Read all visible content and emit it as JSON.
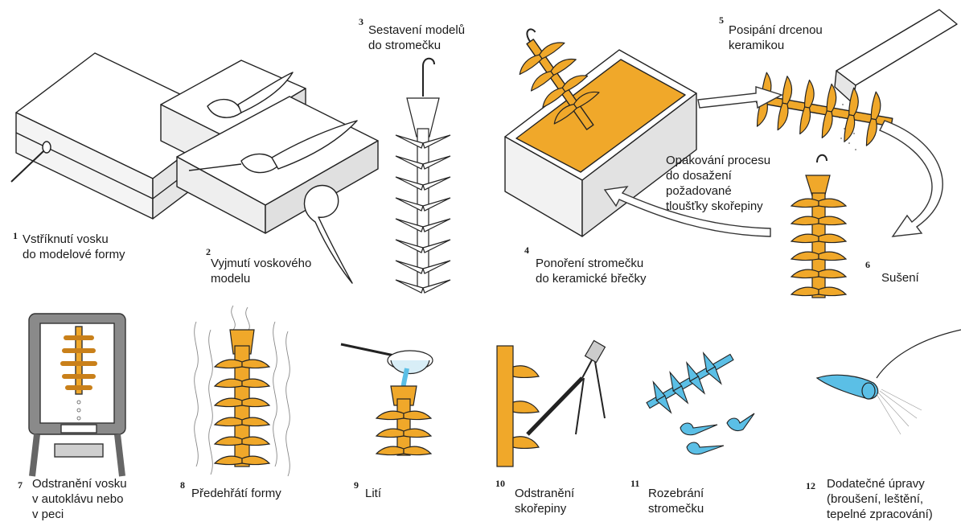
{
  "steps": [
    {
      "number": "1",
      "lines": [
        "Vstříknutí vosku",
        "do modelové formy"
      ]
    },
    {
      "number": "2",
      "lines": [
        "Vyjmutí voskového",
        "modelu"
      ]
    },
    {
      "number": "3",
      "lines": [
        "Sestavení modelů",
        "do stromečku"
      ]
    },
    {
      "number": "4",
      "lines": [
        "Ponoření stromečku",
        "do keramické břečky"
      ]
    },
    {
      "number": "5",
      "lines": [
        "Posipání drcenou",
        "keramikou"
      ]
    },
    {
      "number": "6",
      "lines": [
        "Sušení"
      ]
    },
    {
      "number": "7",
      "lines": [
        "Odstranění vosku",
        "v autoklávu nebo",
        "v peci"
      ]
    },
    {
      "number": "8",
      "lines": [
        "Předehřátí formy"
      ]
    },
    {
      "number": "9",
      "lines": [
        "Lití"
      ]
    },
    {
      "number": "10",
      "lines": [
        "Odstranění",
        "skořepiny"
      ]
    },
    {
      "number": "11",
      "lines": [
        "Rozebrání",
        "stromečku"
      ]
    },
    {
      "number": "12",
      "lines": [
        "Dodatečné úpravy",
        "(broušení, leštění,",
        "tepelné zpracování)"
      ]
    }
  ],
  "loop_note": {
    "lines": [
      "Opakování procesu",
      "do dosažení",
      "požadované",
      "tloušťky skořepiny"
    ]
  },
  "colors": {
    "ceramic": "#f0a82a",
    "ceramic_dark": "#c9801a",
    "metal": "#5bbfe6",
    "outline": "#222222",
    "frame": "#8a8a8a"
  }
}
